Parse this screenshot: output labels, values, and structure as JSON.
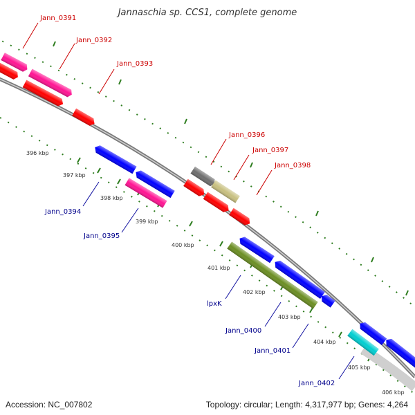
{
  "title": "Jannaschia sp. CCS1, complete genome",
  "accession": "Accession: NC_007802",
  "topology": "Topology: circular; Length: 4,317,977 bp; Genes: 4,264",
  "colors": {
    "backbone": "#8c8c8c",
    "tick": "#2e7d1f",
    "label_forward": "#cc0000",
    "label_reverse": "#00008b",
    "leader_forward": "#cc0000",
    "leader_reverse": "#1010a0"
  },
  "scale_labels": [
    "396 kbp",
    "397 kbp",
    "398 kbp",
    "399 kbp",
    "400 kbp",
    "401 kbp",
    "402 kbp",
    "403 kbp",
    "404 kbp",
    "405 kbp",
    "406 kbp"
  ],
  "labels_forward": [
    {
      "id": "jann-0391",
      "text": "Jann_0391"
    },
    {
      "id": "jann-0392",
      "text": "Jann_0392"
    },
    {
      "id": "jann-0393",
      "text": "Jann_0393"
    },
    {
      "id": "jann-0396",
      "text": "Jann_0396"
    },
    {
      "id": "jann-0397",
      "text": "Jann_0397"
    },
    {
      "id": "jann-0398",
      "text": "Jann_0398"
    }
  ],
  "labels_reverse": [
    {
      "id": "jann-0394",
      "text": "Jann_0394"
    },
    {
      "id": "jann-0395",
      "text": "Jann_0395"
    },
    {
      "id": "lpxk",
      "text": "lpxK"
    },
    {
      "id": "jann-0400",
      "text": "Jann_0400"
    },
    {
      "id": "jann-0401",
      "text": "Jann_0401"
    },
    {
      "id": "jann-0402",
      "text": "Jann_0402"
    }
  ],
  "gene_colors": {
    "pink": "#ff1493",
    "red": "#ff0000",
    "blue": "#0000ff",
    "gray": "#6e6e6e",
    "khaki": "#c8c080",
    "olive": "#6b8e23",
    "cyan": "#00ced1"
  }
}
